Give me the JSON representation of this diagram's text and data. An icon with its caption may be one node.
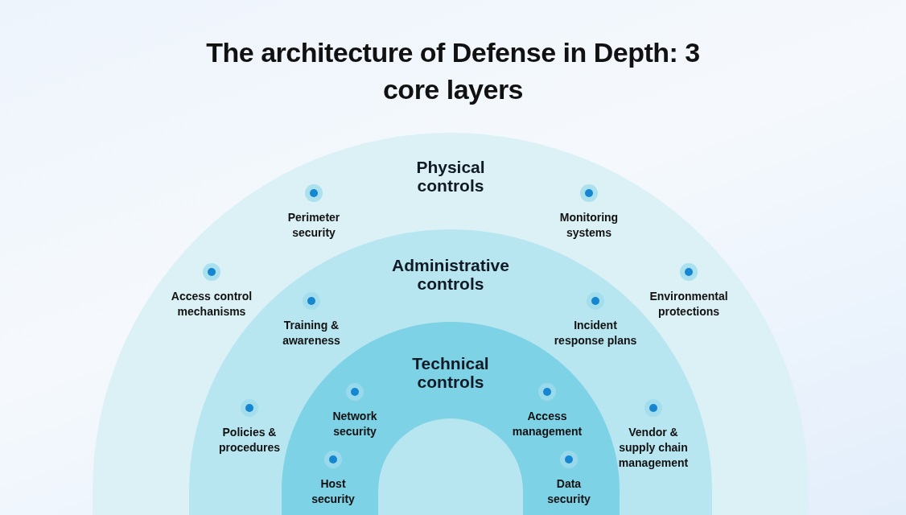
{
  "diagram": {
    "title": "The architecture of Defense in Depth: 3 core layers",
    "nodes": [
      {
        "text": [
          "Physical controls"
        ]
      },
      {
        "text": [
          "Perimeter security"
        ],
        "in": 0
      },
      {
        "text": [
          "Monitoring systems"
        ],
        "in": 0
      },
      {
        "text": [
          "Access control mechanisms"
        ],
        "in": 0
      },
      {
        "text": [
          "Environmental protections"
        ],
        "in": 0
      },
      {
        "text": [
          "Administrative controls"
        ],
        "in": 0
      },
      {
        "text": [
          "Training & awareness"
        ],
        "in": 5
      },
      {
        "text": [
          "Incident response plans"
        ],
        "in": 5
      },
      {
        "text": [
          "Policies & procedures"
        ],
        "in": 5
      },
      {
        "text": [
          "Vendor & supply chain management"
        ],
        "in": 5
      },
      {
        "text": [
          "Technical controls"
        ],
        "in": 5
      },
      {
        "text": [
          "Network security"
        ],
        "in": 10
      },
      {
        "text": [
          "Access management"
        ],
        "in": 10
      },
      {
        "text": [
          "Host security"
        ],
        "in": 10
      },
      {
        "text": [
          "Data security"
        ],
        "in": 10
      }
    ]
  }
}
